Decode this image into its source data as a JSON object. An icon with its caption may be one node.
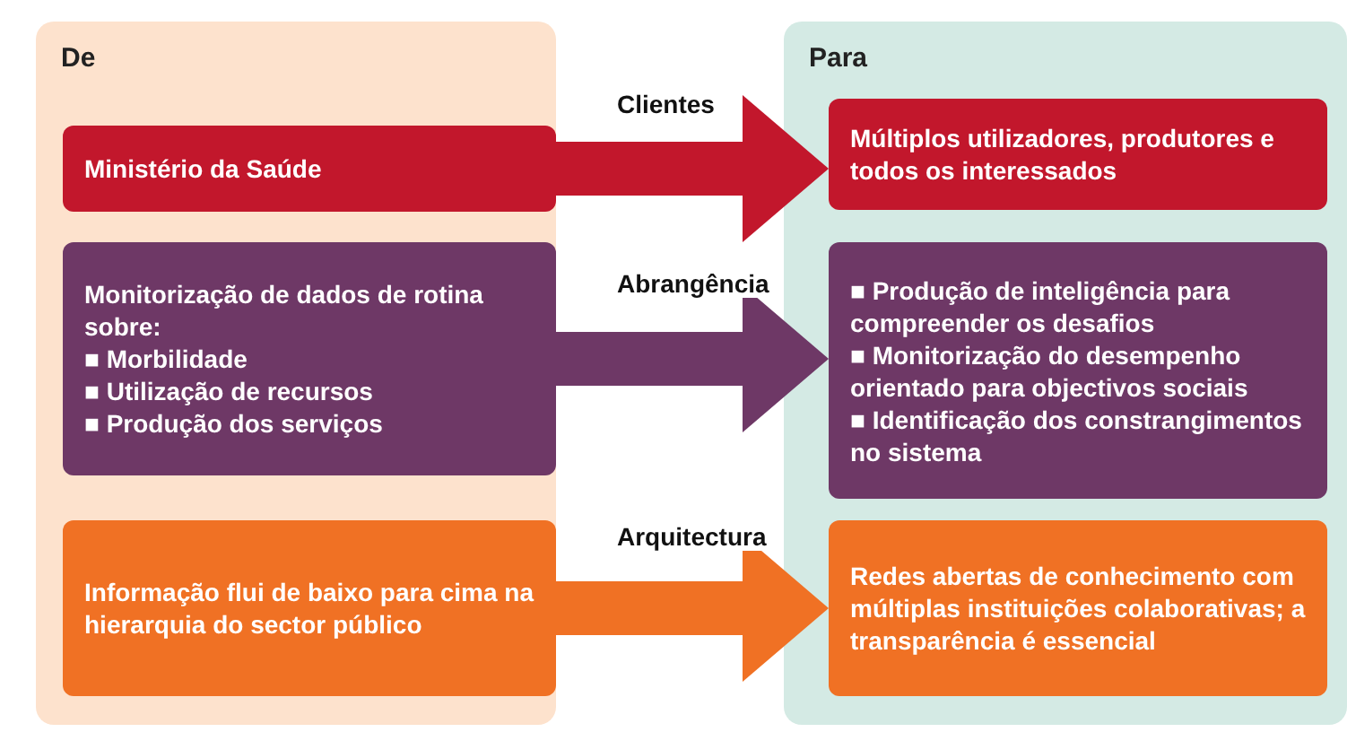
{
  "diagram": {
    "nodes": [
      {
        "text": [
          "De"
        ]
      },
      {
        "text": [
          "Ministério da Saúde"
        ],
        "in": 0
      },
      {
        "text": [
          "Monitorização de dados de rotina sobre:",
          "■ Morbilidade",
          "■ Utilização de recursos",
          "■ Produção dos serviços"
        ],
        "in": 0
      },
      {
        "text": [
          "Informação flui de baixo para cima na hierarquia do sector público"
        ],
        "in": 0
      },
      {
        "text": [
          "Para"
        ]
      },
      {
        "text": [
          "Múltiplos utilizadores, produtores e todos os interessados"
        ],
        "in": 4
      },
      {
        "text": [
          "■ Produção de inteligência para compreender os desafios",
          "■ Monitorização do desempenho orientado para objectivos sociais",
          "■ Identificação dos constrangimentos no sistema"
        ],
        "in": 4
      },
      {
        "text": [
          "Redes abertas de conhecimento com múltiplas instituições colaborativas; a transparência é essencial"
        ],
        "in": 4
      }
    ],
    "edges": [
      {
        "from": 1,
        "to": 5,
        "arrow": "to",
        "label": "Clientes",
        "color": "#c2172c"
      },
      {
        "from": 2,
        "to": 6,
        "arrow": "to",
        "label": "Abrangência",
        "color": "#6e3866"
      },
      {
        "from": 3,
        "to": 7,
        "arrow": "to",
        "label": "Arquitectura",
        "color": "#f07124"
      }
    ]
  }
}
